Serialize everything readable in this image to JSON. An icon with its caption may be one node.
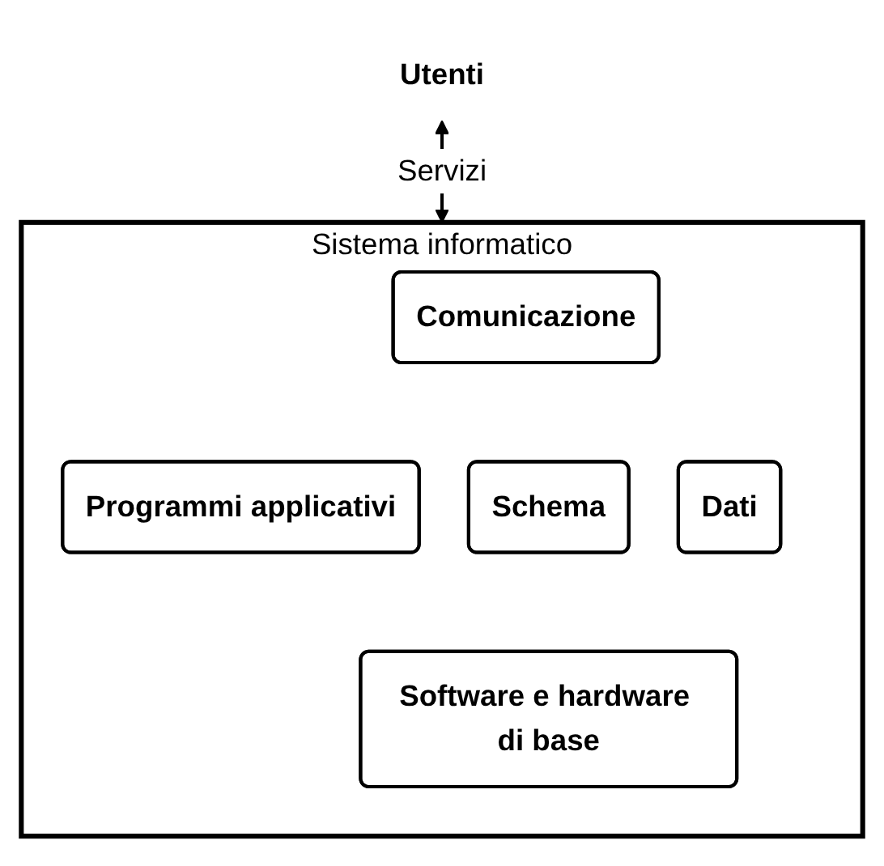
{
  "diagram": {
    "nodes": [
      {
        "text": [
          "Utenti"
        ]
      },
      {
        "text": [
          "Sistema informatico"
        ]
      },
      {
        "text": [
          "Comunicazione"
        ],
        "in": 1
      },
      {
        "text": [
          "Programmi applicativi"
        ],
        "in": 1
      },
      {
        "text": [
          "Schema"
        ],
        "in": 1
      },
      {
        "text": [
          "Dati"
        ],
        "in": 1
      },
      {
        "text": [
          "Software e hardware di base"
        ],
        "in": 1
      }
    ],
    "edges": [
      {
        "from": 0,
        "to": 1,
        "arrow": "both",
        "label": "Servizi"
      }
    ]
  }
}
